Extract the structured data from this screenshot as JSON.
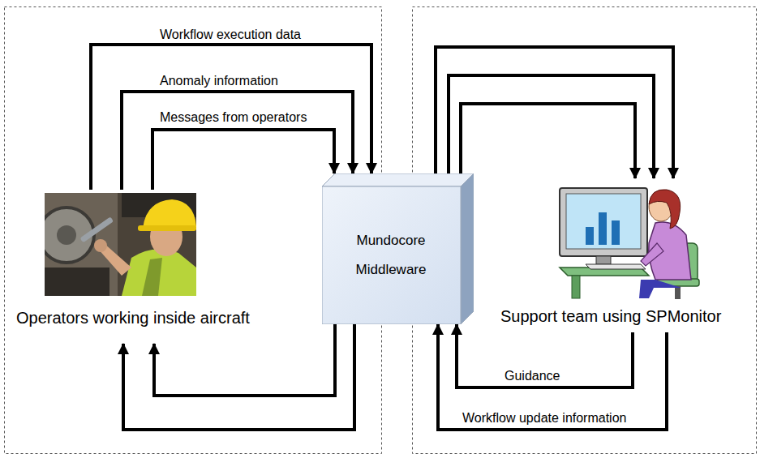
{
  "diagram": {
    "nodes": [
      {
        "text": [
          "Operators working inside aircraft"
        ]
      },
      {
        "text": [
          "Mundocore Middleware"
        ]
      },
      {
        "text": [
          "Support team using SPMonitor"
        ]
      }
    ],
    "edges": [
      {
        "from": 0,
        "to": 1,
        "arrow": "to",
        "label": "Workflow execution data"
      },
      {
        "from": 0,
        "to": 1,
        "arrow": "to",
        "label": "Anomaly information"
      },
      {
        "from": 0,
        "to": 1,
        "arrow": "to",
        "label": "Messages from operators"
      },
      {
        "from": 1,
        "to": 2,
        "arrow": "to"
      },
      {
        "from": 1,
        "to": 2,
        "arrow": "to"
      },
      {
        "from": 1,
        "to": 2,
        "arrow": "to"
      },
      {
        "from": 2,
        "to": 1,
        "arrow": "to",
        "label": "Guidance"
      },
      {
        "from": 2,
        "to": 1,
        "arrow": "to",
        "label": "Workflow update information"
      },
      {
        "from": 1,
        "to": 0,
        "arrow": "to"
      },
      {
        "from": 1,
        "to": 0,
        "arrow": "to"
      }
    ]
  }
}
